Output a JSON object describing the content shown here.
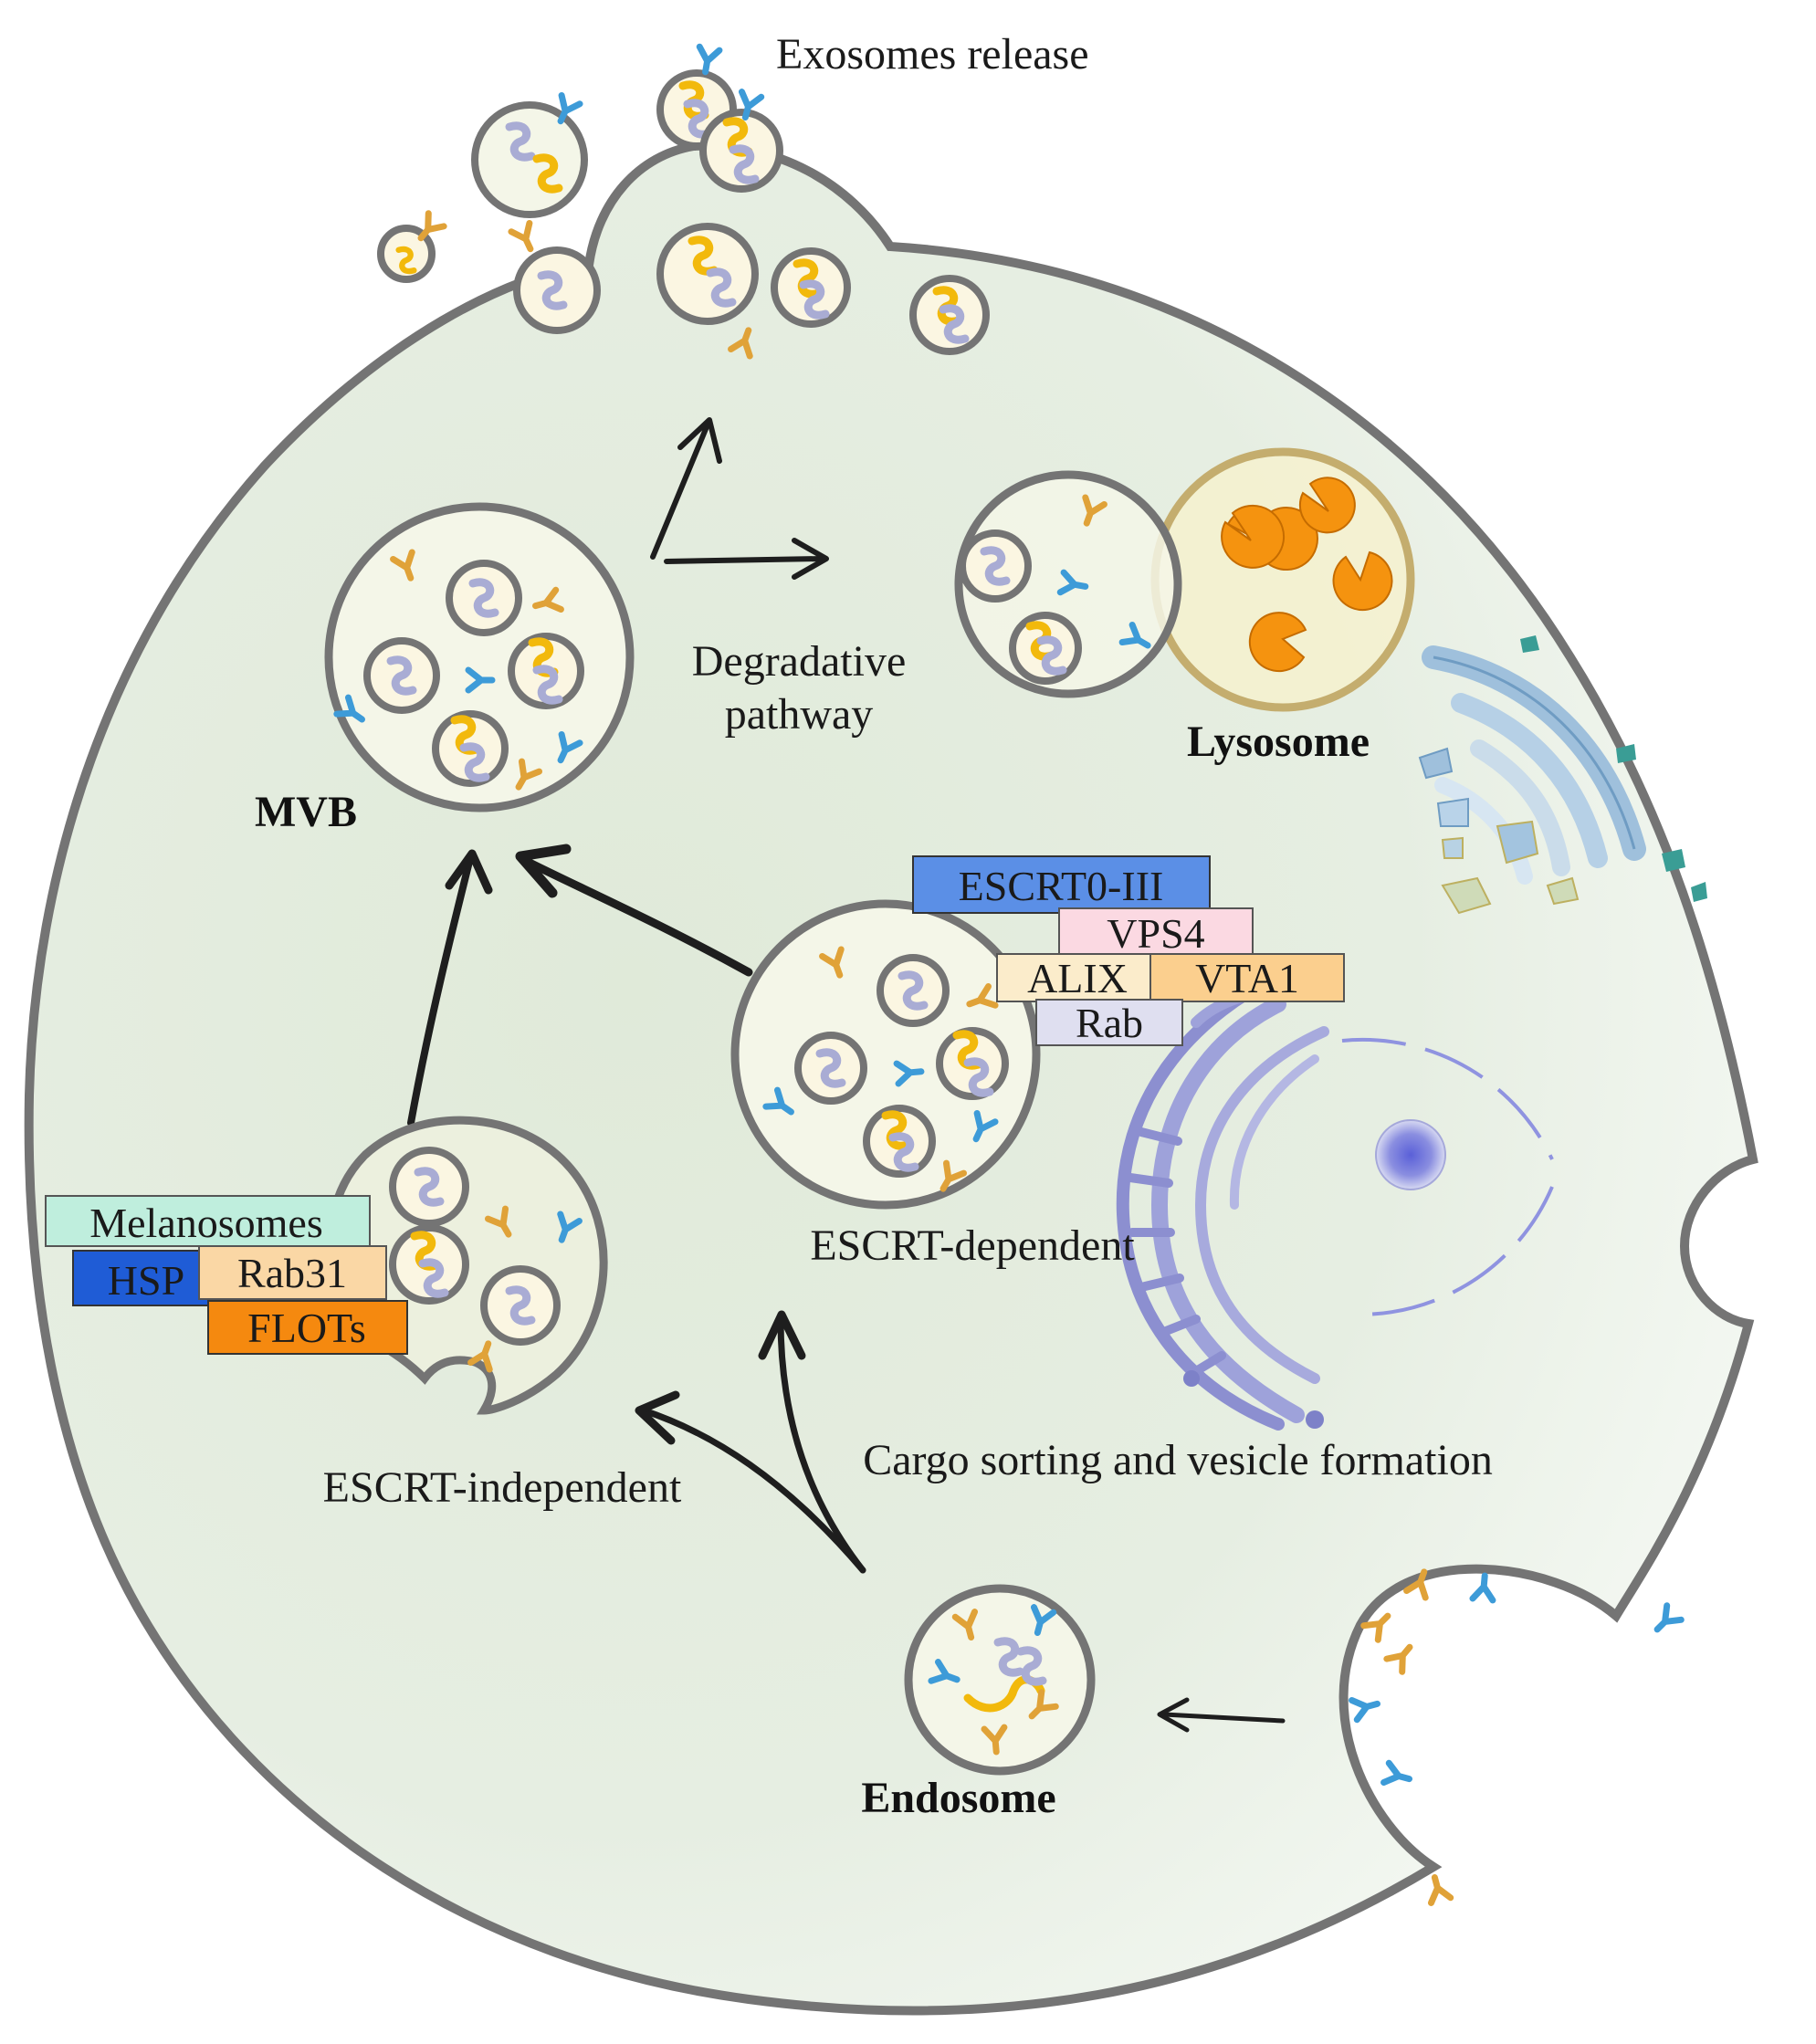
{
  "labels": {
    "exosomes_release": "Exosomes release",
    "degradative_1": "Degradative",
    "degradative_2": "pathway",
    "lysosome": "Lysosome",
    "mvb": "MVB",
    "escrt_dependent": "ESCRT-dependent",
    "escrt_independent": "ESCRT-independent",
    "cargo_sorting": "Cargo sorting and vesicle formation",
    "endosome": "Endosome"
  },
  "escrt_boxes": {
    "escrt0_iii": "ESCRT0-III",
    "vps4": "VPS4",
    "alix": "ALIX",
    "vta1": "VTA1",
    "rab": "Rab"
  },
  "independent_boxes": {
    "melanosomes": "Melanosomes",
    "hsp": "HSP",
    "rab31": "Rab31",
    "flots": "FLOTs"
  },
  "colors": {
    "membrane": "#747474",
    "cytoplasm": "#e3ece0",
    "vesicle_fill": "#fbf6e2",
    "blue_receptor": "#3d9bd8",
    "orange_receptor": "#e0a238",
    "yellow_cargo": "#f2b90c",
    "lavender_cargo": "#a9acd4",
    "lysosome_ring": "#c4ad6e",
    "enzyme": "#f5930f",
    "escrt0_iii": "#5b8fe6",
    "vps4": "#fbd9e2",
    "alix": "#fbeccb",
    "vta1": "#fbcf8e",
    "rab": "#dfdff0",
    "melanosomes": "#bfeedd",
    "hsp": "#1f5cd6",
    "rab31": "#fad7a5",
    "flots": "#f5890f"
  }
}
